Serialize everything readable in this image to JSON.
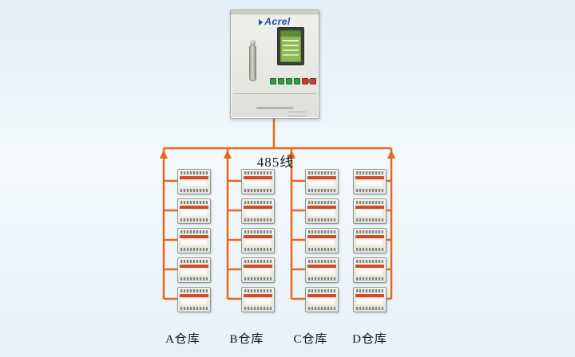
{
  "cabinet": {
    "brand": "Acrel"
  },
  "bus": {
    "label": "485线"
  },
  "warehouses": [
    {
      "label": "A仓库"
    },
    {
      "label": "B仓库"
    },
    {
      "label": "C仓库"
    },
    {
      "label": "D仓库"
    }
  ],
  "colors": {
    "wire_orange": "#E8671C",
    "brand_blue": "#1D4EA0",
    "screen_green": "#8CBB52",
    "button_green": "#2F9E44",
    "button_red": "#D23B2A",
    "device_band_orange": "#D8532B"
  }
}
